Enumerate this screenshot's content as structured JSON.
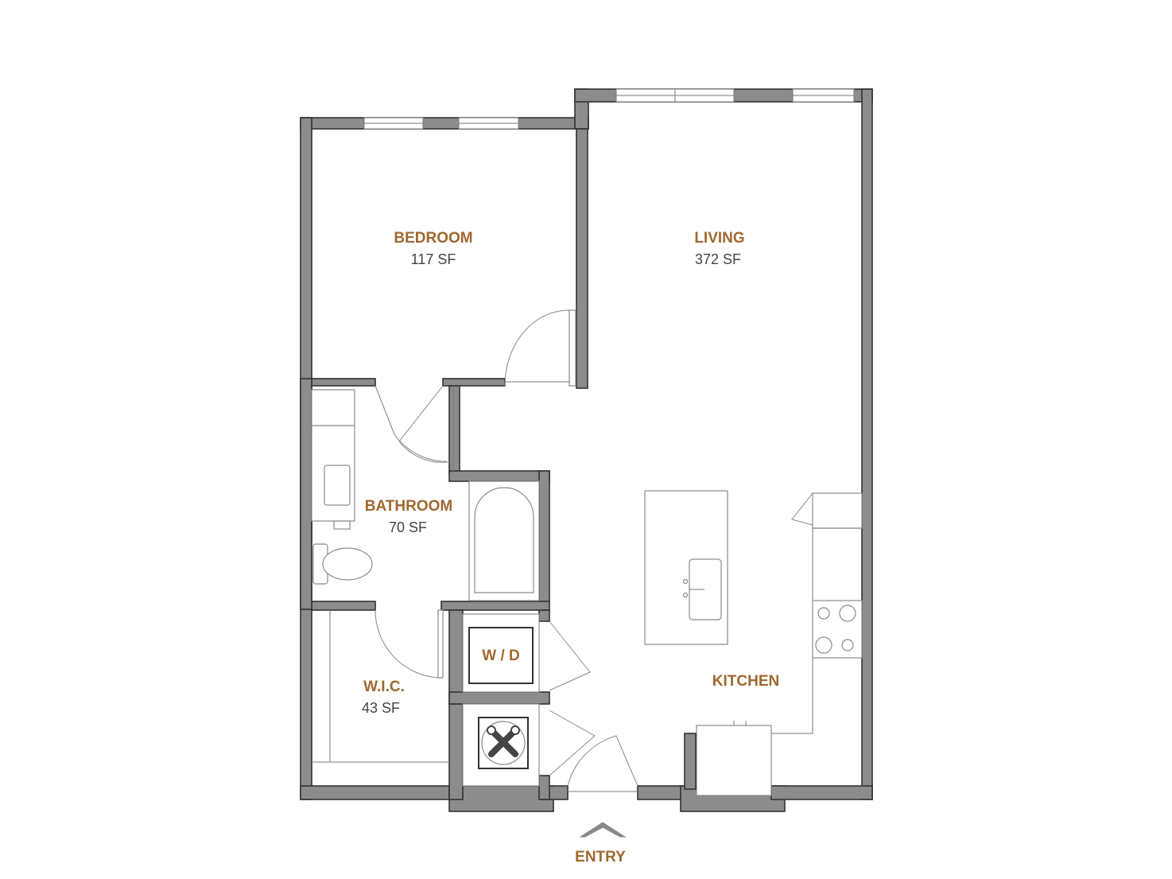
{
  "rooms": {
    "bedroom": {
      "name": "BEDROOM",
      "area": "117 SF"
    },
    "living": {
      "name": "LIVING",
      "area": "372 SF"
    },
    "bathroom": {
      "name": "BATHROOM",
      "area": "70 SF"
    },
    "wic": {
      "name": "W.I.C.",
      "area": "43 SF"
    },
    "wd": {
      "name": "W / D"
    },
    "kitchen": {
      "name": "KITCHEN"
    }
  },
  "entry": {
    "label": "ENTRY"
  },
  "colors": {
    "label": "#a0672e",
    "area_text": "#444444",
    "wall_fill": "#8c8c8c",
    "wall_outline": "#333333"
  },
  "icons": {
    "mechanical": "tools-icon",
    "entry_marker": "chevron-up-icon"
  }
}
